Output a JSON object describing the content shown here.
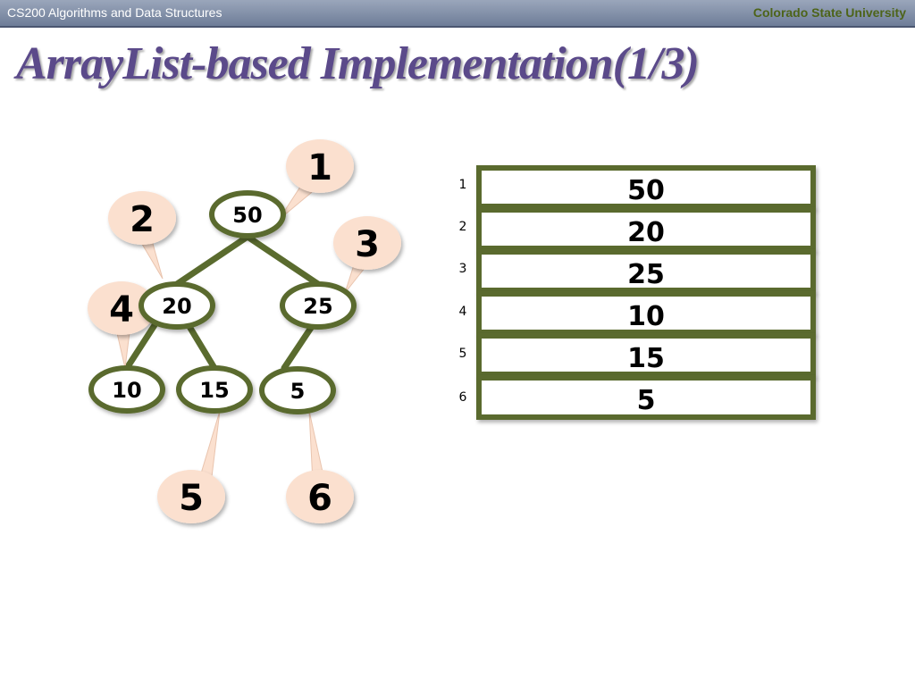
{
  "header": {
    "course": "CS200 Algorithms and Data Structures",
    "university": "Colorado State University"
  },
  "slide": {
    "title": "ArrayList-based Implementation(1/3)"
  },
  "tree": {
    "nodes": [
      {
        "label": "50"
      },
      {
        "label": "20"
      },
      {
        "label": "25"
      },
      {
        "label": "10"
      },
      {
        "label": "15"
      },
      {
        "label": "5"
      }
    ],
    "callouts": [
      "1",
      "2",
      "3",
      "4",
      "5",
      "6"
    ]
  },
  "array": {
    "indices": [
      "1",
      "2",
      "3",
      "4",
      "5",
      "6"
    ],
    "values": [
      "50",
      "20",
      "25",
      "10",
      "15",
      "5"
    ]
  },
  "colors": {
    "node_border": "#5a6b2e",
    "callout_fill": "#fbe0cf",
    "title": "#5b4a8a"
  }
}
